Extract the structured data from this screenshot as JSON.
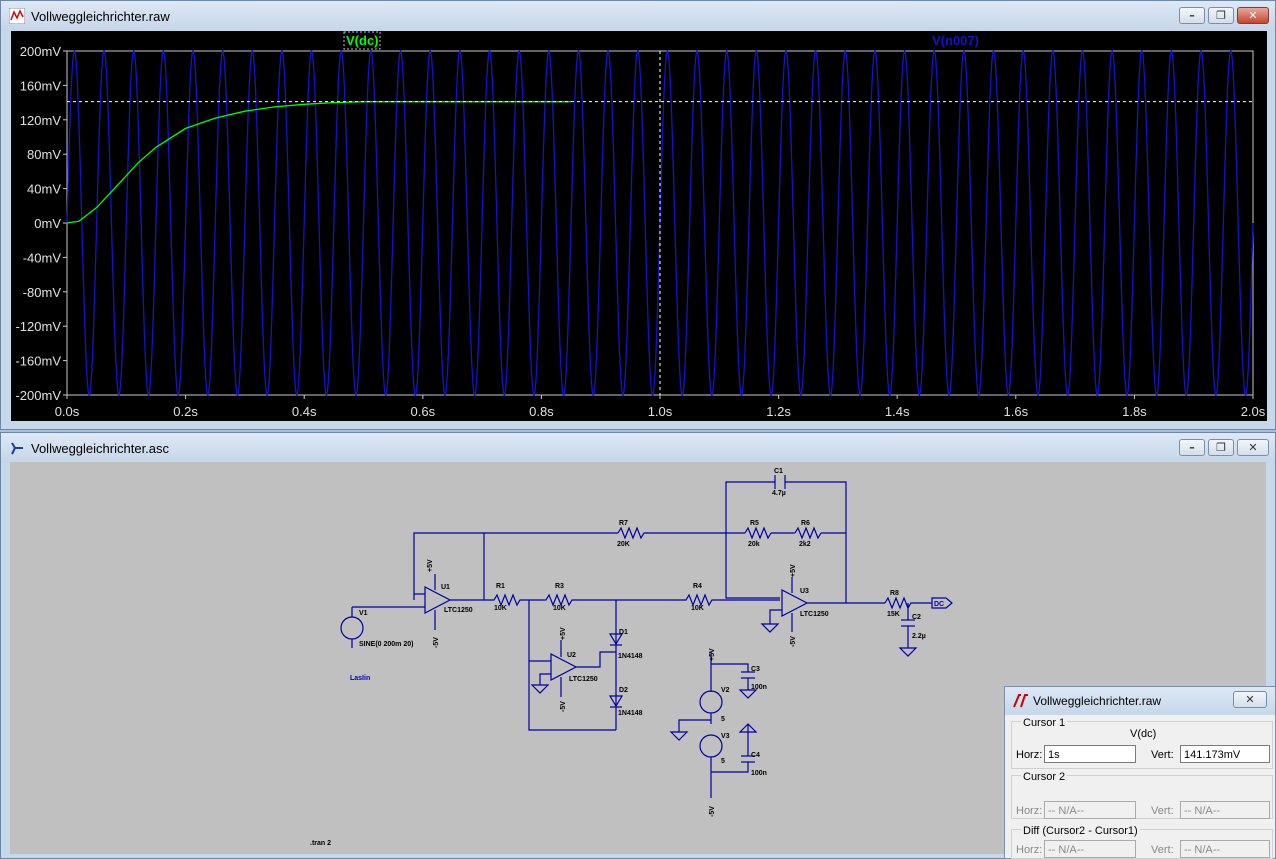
{
  "plot_window": {
    "title": "Vollweggleichrichter.raw",
    "traces": [
      {
        "label": "V(dc)",
        "color": "#00ff00"
      },
      {
        "label": "V(n007)",
        "color": "#1414c8"
      }
    ]
  },
  "chart_data": {
    "type": "line",
    "xlabel": "",
    "ylabel": "",
    "xlim": [
      0,
      2.0
    ],
    "ylim": [
      -200,
      200
    ],
    "x_ticks": [
      "0.0s",
      "0.2s",
      "0.4s",
      "0.6s",
      "0.8s",
      "1.0s",
      "1.2s",
      "1.4s",
      "1.6s",
      "1.8s",
      "2.0s"
    ],
    "y_ticks": [
      "200mV",
      "160mV",
      "120mV",
      "80mV",
      "40mV",
      "0mV",
      "-40mV",
      "-80mV",
      "-120mV",
      "-160mV",
      "-200mV"
    ],
    "series": [
      {
        "name": "V(n007)",
        "kind": "sine",
        "amplitude_mV": 200,
        "frequency_Hz": 20,
        "color": "#1414c8"
      },
      {
        "name": "V(dc)",
        "color": "#00ff00",
        "x": [
          0.0,
          0.02,
          0.05,
          0.08,
          0.1,
          0.12,
          0.15,
          0.2,
          0.25,
          0.3,
          0.35,
          0.4,
          0.45,
          0.5,
          0.55,
          0.6,
          0.7,
          0.8,
          0.85
        ],
        "y": [
          0,
          2,
          18,
          40,
          55,
          70,
          88,
          110,
          122,
          130,
          135,
          138,
          140,
          141,
          141,
          141,
          141,
          141,
          141
        ]
      }
    ],
    "cursor": {
      "x": 1.0,
      "y": 141.173
    },
    "grid": false
  },
  "schematic_window": {
    "title": "Vollweggleichrichter.asc",
    "components": {
      "U1": "U1",
      "U2": "U2",
      "U3": "U3",
      "opamp": "LTC1250",
      "R1": "R1",
      "R1v": "10K",
      "R3": "R3",
      "R3v": "10K",
      "R4": "R4",
      "R4v": "10K",
      "R5": "R5",
      "R5v": "20k",
      "R6": "R6",
      "R6v": "2k2",
      "R7": "R7",
      "R7v": "20K",
      "R8": "R8",
      "R8v": "15K",
      "C1": "C1",
      "C1v": "4.7µ",
      "C2": "C2",
      "C2v": "2.2µ",
      "C3": "C3",
      "C3v": "100n",
      "C4": "C4",
      "C4v": "100n",
      "D1": "D1",
      "D2": "D2",
      "diode": "1N4148",
      "V1": "V1",
      "V1v": "SINE(0 200m 20)",
      "V2": "V2",
      "V3": "V3",
      "Vv": "5",
      "plus5": "+5V",
      "minus5": "-5V",
      "dc": "DC",
      "lastin": "LasIin",
      "directive": ".tran 2"
    }
  },
  "cursor_window": {
    "title": "Vollweggleichrichter.raw",
    "cursor1_label": "Cursor 1",
    "trace_name": "V(dc)",
    "horz_label": "Horz:",
    "horz_value": "1s",
    "vert_label": "Vert:",
    "vert_value": "141.173mV",
    "cursor2_label": "Cursor 2",
    "c2_horz": "-- N/A--",
    "c2_vert": "-- N/A--",
    "diff_label": "Diff (Cursor2 - Cursor1)",
    "diff_horz": "-- N/A--",
    "diff_vert": "-- N/A--"
  }
}
